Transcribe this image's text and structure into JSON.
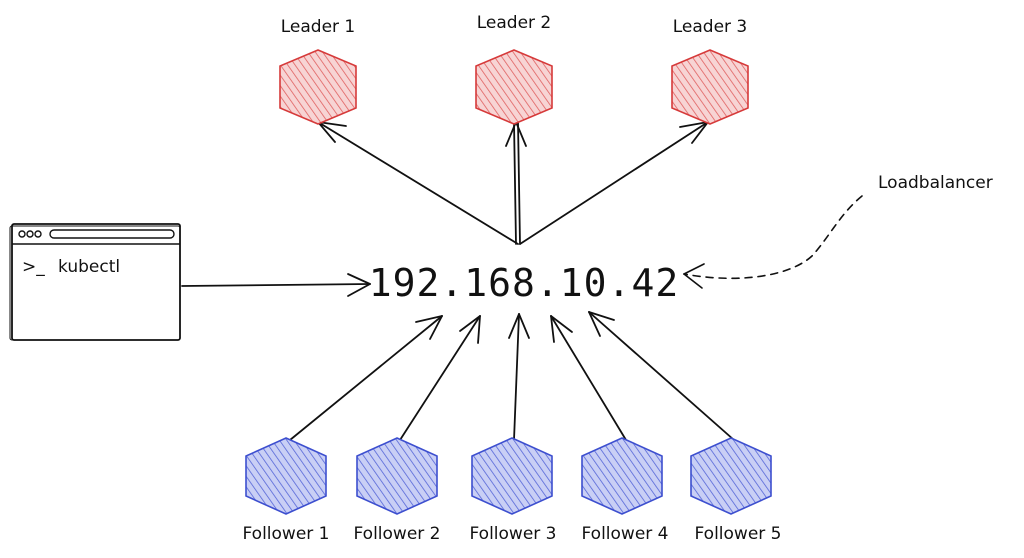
{
  "leaders": [
    {
      "label": "Leader 1"
    },
    {
      "label": "Leader 2"
    },
    {
      "label": "Leader 3"
    }
  ],
  "followers": [
    {
      "label": "Follower 1"
    },
    {
      "label": "Follower 2"
    },
    {
      "label": "Follower 3"
    },
    {
      "label": "Follower 4"
    },
    {
      "label": "Follower 5"
    }
  ],
  "ip_address": "192.168.10.42",
  "loadbalancer_label": "Loadbalancer",
  "terminal": {
    "prompt": ">_",
    "command": "kubectl"
  },
  "colors": {
    "leader_stroke": "#d63a3a",
    "leader_fill": "#f2b7b7",
    "follower_stroke": "#3d4fcf",
    "follower_fill": "#a9b2ee",
    "ink": "#111111",
    "leader_arrow": "#111111",
    "follower_arrow": "#2b3ab8"
  }
}
